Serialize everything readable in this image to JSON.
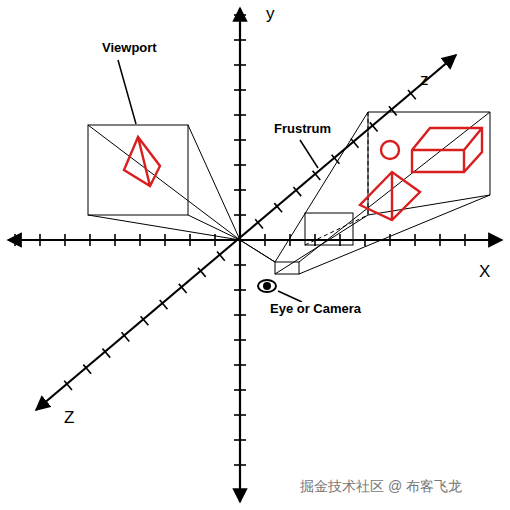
{
  "diagram": {
    "labels": [
      "y",
      "z",
      "Viewport",
      "Frustrum",
      "Eye or Camera",
      "X",
      "Z",
      "掘金技术社区 @ 布客飞龙"
    ]
  }
}
